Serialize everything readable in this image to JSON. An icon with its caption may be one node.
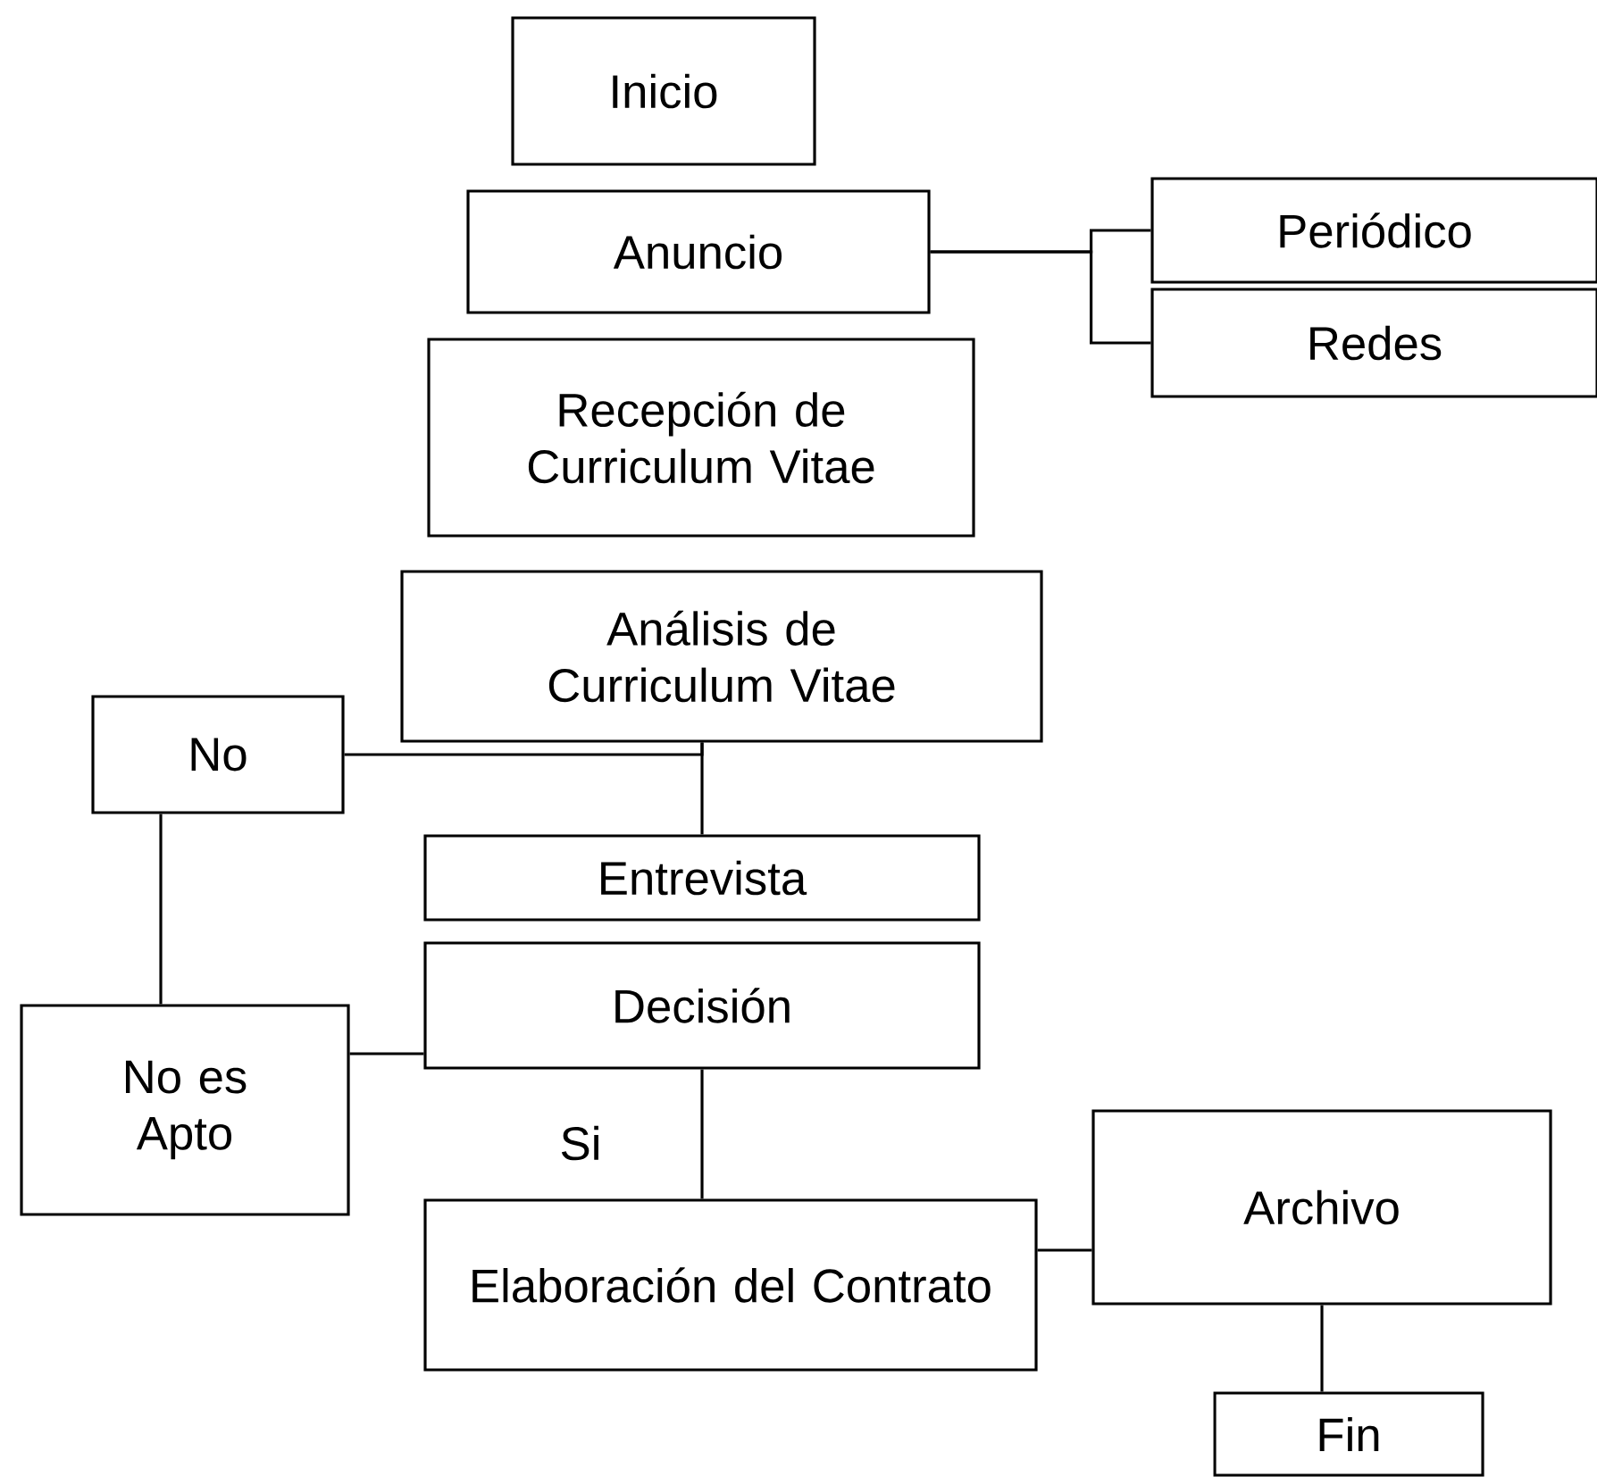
{
  "diagram": {
    "nodes": [
      {
        "text": [
          "Inicio"
        ]
      },
      {
        "text": [
          "Anuncio"
        ]
      },
      {
        "text": [
          "Periódico"
        ]
      },
      {
        "text": [
          "Redes"
        ]
      },
      {
        "text": [
          "Recepción de Curriculum Vitae"
        ]
      },
      {
        "text": [
          "Análisis de Curriculum Vitae"
        ]
      },
      {
        "text": [
          "No"
        ]
      },
      {
        "text": [
          "Entrevista"
        ]
      },
      {
        "text": [
          "Decisión"
        ]
      },
      {
        "text": [
          "No es Apto"
        ]
      },
      {
        "text": [
          "Elaboración del Contrato"
        ]
      },
      {
        "text": [
          "Archivo"
        ]
      },
      {
        "text": [
          "Fin"
        ]
      }
    ],
    "edges": [
      {
        "from": 1,
        "to": 2,
        "arrow": "none"
      },
      {
        "from": 1,
        "to": 3,
        "arrow": "none"
      },
      {
        "from": 5,
        "to": 6,
        "arrow": "none"
      },
      {
        "from": 5,
        "to": 7,
        "arrow": "none"
      },
      {
        "from": 6,
        "to": 9,
        "arrow": "none"
      },
      {
        "from": 8,
        "to": 9,
        "arrow": "none"
      },
      {
        "from": 8,
        "to": 10,
        "arrow": "none",
        "label": "Si"
      },
      {
        "from": 10,
        "to": 11,
        "arrow": "none"
      },
      {
        "from": 11,
        "to": 12,
        "arrow": "none"
      }
    ]
  }
}
